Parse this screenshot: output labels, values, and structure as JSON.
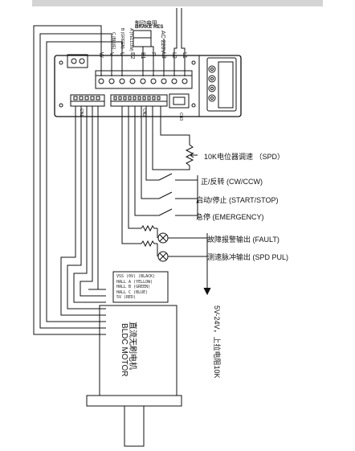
{
  "brake_res": {
    "cn": "制动电阻",
    "en": "BRAKE RES"
  },
  "power": {
    "label": "AC 220V"
  },
  "wire_labels": {
    "phase_a": "A (YELLOW)",
    "phase_b": "B (GREEN)",
    "phase_c": "C (BLUE)"
  },
  "terminals": [
    "W",
    "V",
    "U",
    "B2",
    "B1",
    "P",
    "L3",
    "L2",
    "L1"
  ],
  "connectors": {
    "cn1": "CN1",
    "cn2": "CN2",
    "cn3": "CN3"
  },
  "controls": {
    "spd": "10K电位器调速 （SPD）",
    "cw_ccw": "正/反转 (CW/CCW)",
    "start_stop": "启动/停止 (START/STOP)",
    "emergency": "急停 (EMERGENCY)",
    "fault": "故障报警输出 (FAULT)",
    "spd_pul": "测速脉冲输出 (SPD PUL)"
  },
  "supply_note": "5V-24V，上拉电阻10K",
  "hall_wires": [
    "VSS (0V) (BLACK)",
    "HALL A (YELLOW)",
    "HALL B (GREEN)",
    "HALL C (BLUE)",
    "5V (RED)"
  ],
  "motor": {
    "cn": "直流无刷电机",
    "en": "BLDC MOTOR"
  }
}
